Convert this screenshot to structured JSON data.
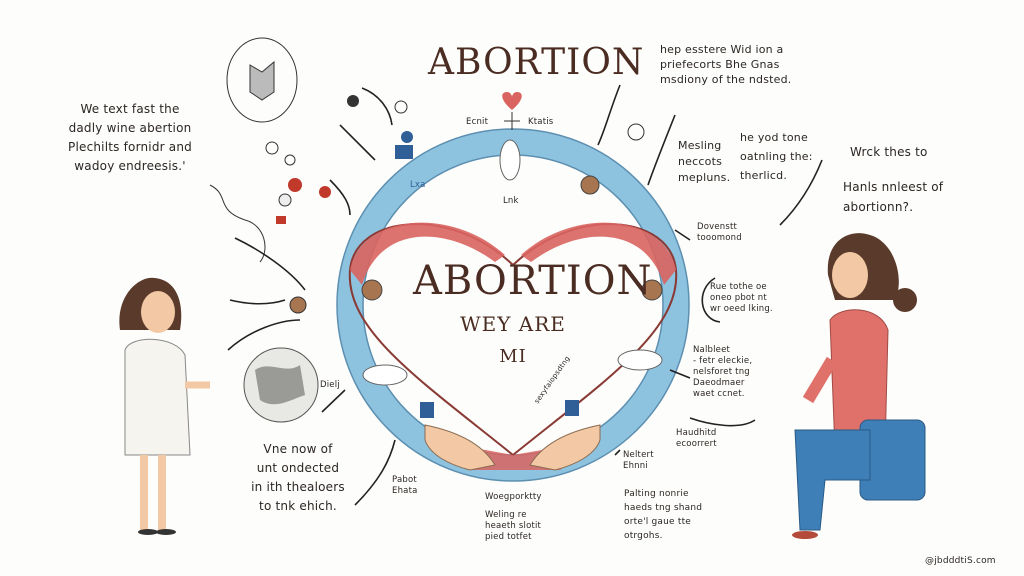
{
  "title_top": "ABORTION",
  "heart_labels": {
    "left": "Ecnit",
    "right": "Ktatis"
  },
  "center": {
    "title": "ABORTION",
    "line1": "WEY ARE",
    "line2": "MI"
  },
  "notes": {
    "left_top": "We text fast the\ndadly wine abertion\nPlechilts fornidr and\nwadoy endreesis.'",
    "top_right": "hep esstere Wid ion a\npriefecorts Bhe Gnas\nmsdiony of the ndsted.",
    "mesling": "Mesling\nneccots\nmepluns.",
    "yod_tone": "he yod tone\noatnling the:\ntherlicd.",
    "wrck": "Wrck thes to",
    "hanls": "Hanls nnleest of\nabortionn?.",
    "dovenstt": "Dovenstt\ntooomond",
    "rue": "Rue tothe oe\noneo pbot nt\nwr oeed lking.",
    "nalbleet": "Nalbleet\n- fetr eleckie,\nnelsforet tng\nDaeodmaer\nwaet ccnet.",
    "haudhitd": "Haudhitd\necoorrert",
    "neltert": "Neltert\nEhnni",
    "palting": "Palting nonrie\nhaeds tng shand\norte'l gaue tte\notrgohs.",
    "vne_now": "Vne now of\nunt ondected\nin ith thealoers\nto tnk ehich.",
    "pabot": "Pabot\nEhata",
    "woeg": "Woegporktty",
    "weling": "Weling re\nheaeth slotit\npied totfet",
    "dielj": "Dielj",
    "ring_label_top": "Lxa",
    "ring_label_small": "Lnk",
    "ring_label_diag": "sexyfaiopsdtng"
  },
  "watermark": "@jbdddtiS.com",
  "colors": {
    "ring": "#8ec3e0",
    "heart": "#d9645f",
    "title": "#4a2c22",
    "shirt": "#e0716a",
    "pants": "#3f7fb8"
  }
}
